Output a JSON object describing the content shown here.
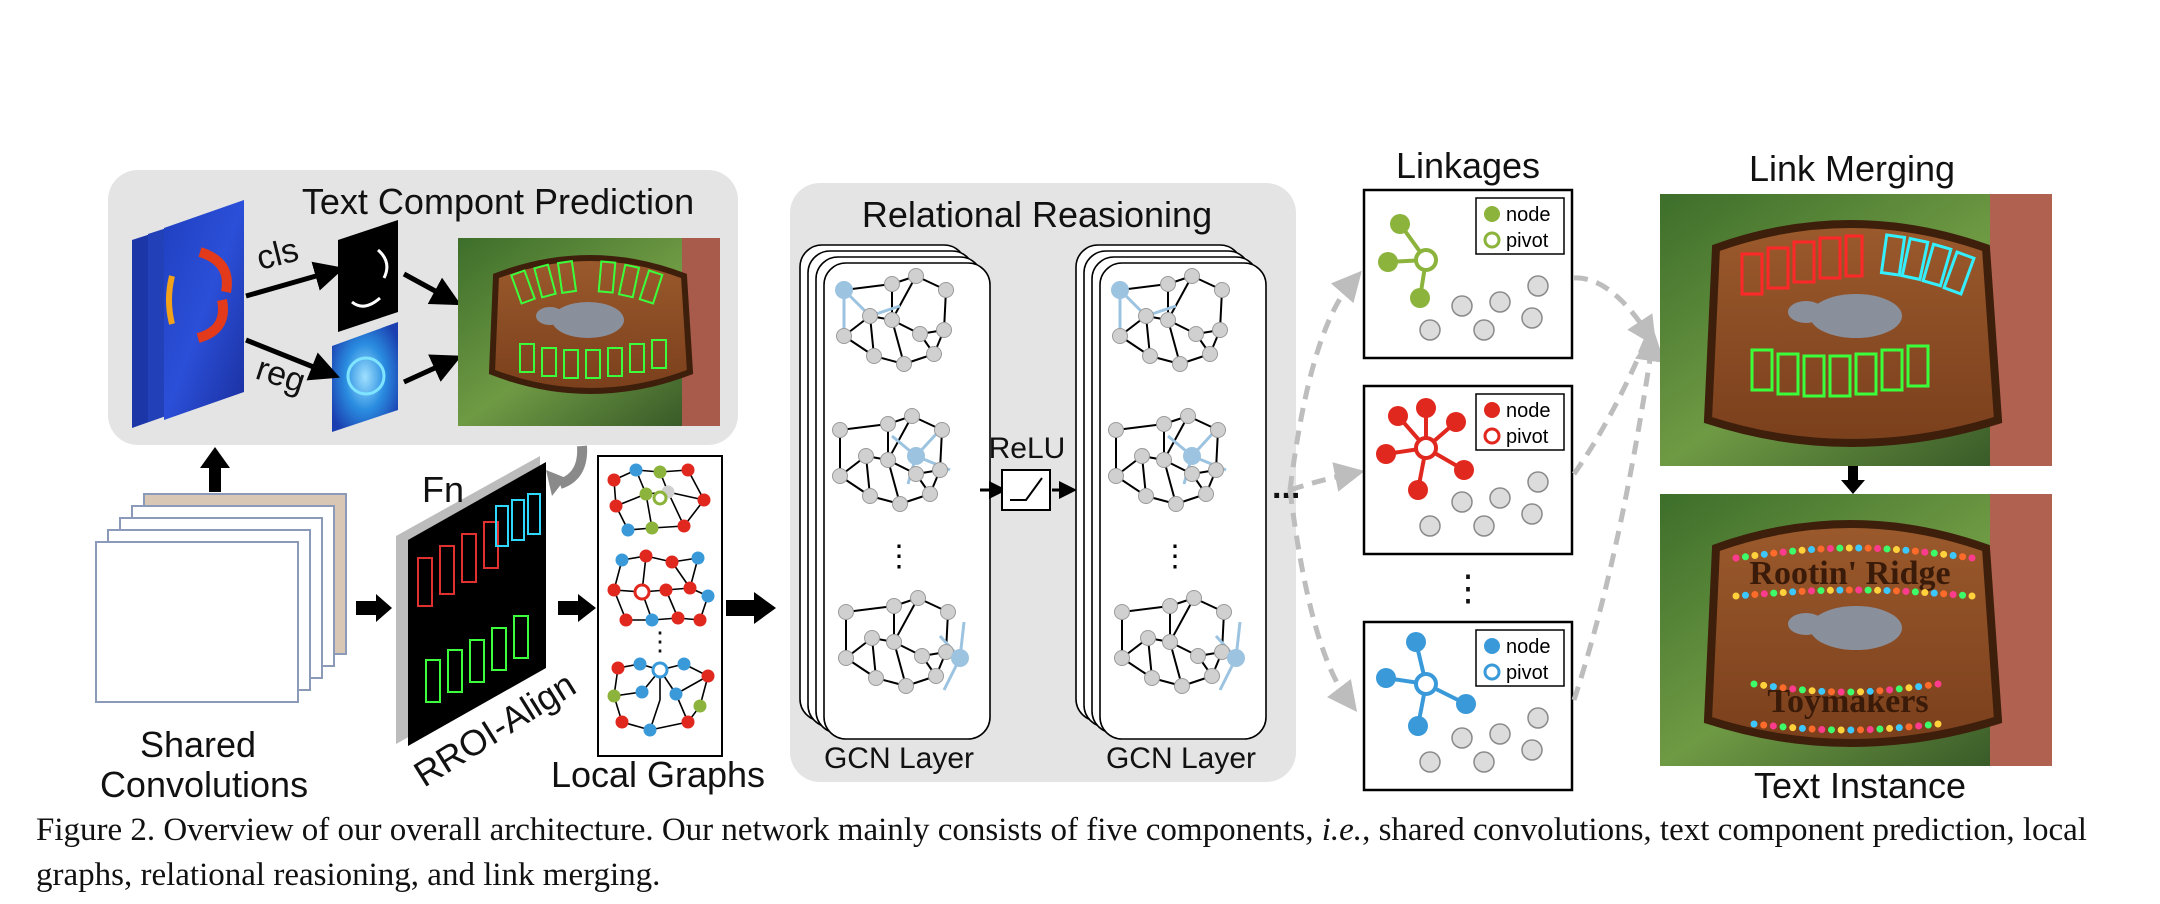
{
  "sections": {
    "text_component_prediction": "Text Compont Prediction",
    "relational_reasoning": "Relational Reasioning",
    "linkages": "Linkages",
    "link_merging": "Link Merging"
  },
  "labels": {
    "cls": "cls",
    "reg": "reg",
    "fn": "Fn",
    "rroi_align": "RROI-Align",
    "local_graphs": "Local Graphs",
    "shared_conv_line1": "Shared",
    "shared_conv_line2": "Convolutions",
    "relu": "ReLU",
    "gcn_layer": "GCN Layer",
    "text_instance": "Text Instance",
    "ellipsis": "...",
    "vdots": "⋮"
  },
  "legends": [
    {
      "node": "node",
      "pivot": "pivot"
    },
    {
      "node": "node",
      "pivot": "pivot"
    },
    {
      "node": "node",
      "pivot": "pivot"
    }
  ],
  "sign_text": {
    "top": "Rootin' Ridge",
    "bottom": "Toymakers"
  },
  "colors": {
    "green": "#8cb43c",
    "red": "#e0281e",
    "blue": "#3a9ad9",
    "gray_node": "#d0d0d0",
    "edge_blue": "#9cc3e0",
    "panel_gray": "#e4e4e4"
  },
  "caption": {
    "lead": "Figure 2. Overview of our overall architecture. Our network mainly consists of five components, ",
    "ie": "i.e.",
    "rest": ", shared convolutions, text component prediction, local graphs, relational reasioning, and link merging."
  }
}
